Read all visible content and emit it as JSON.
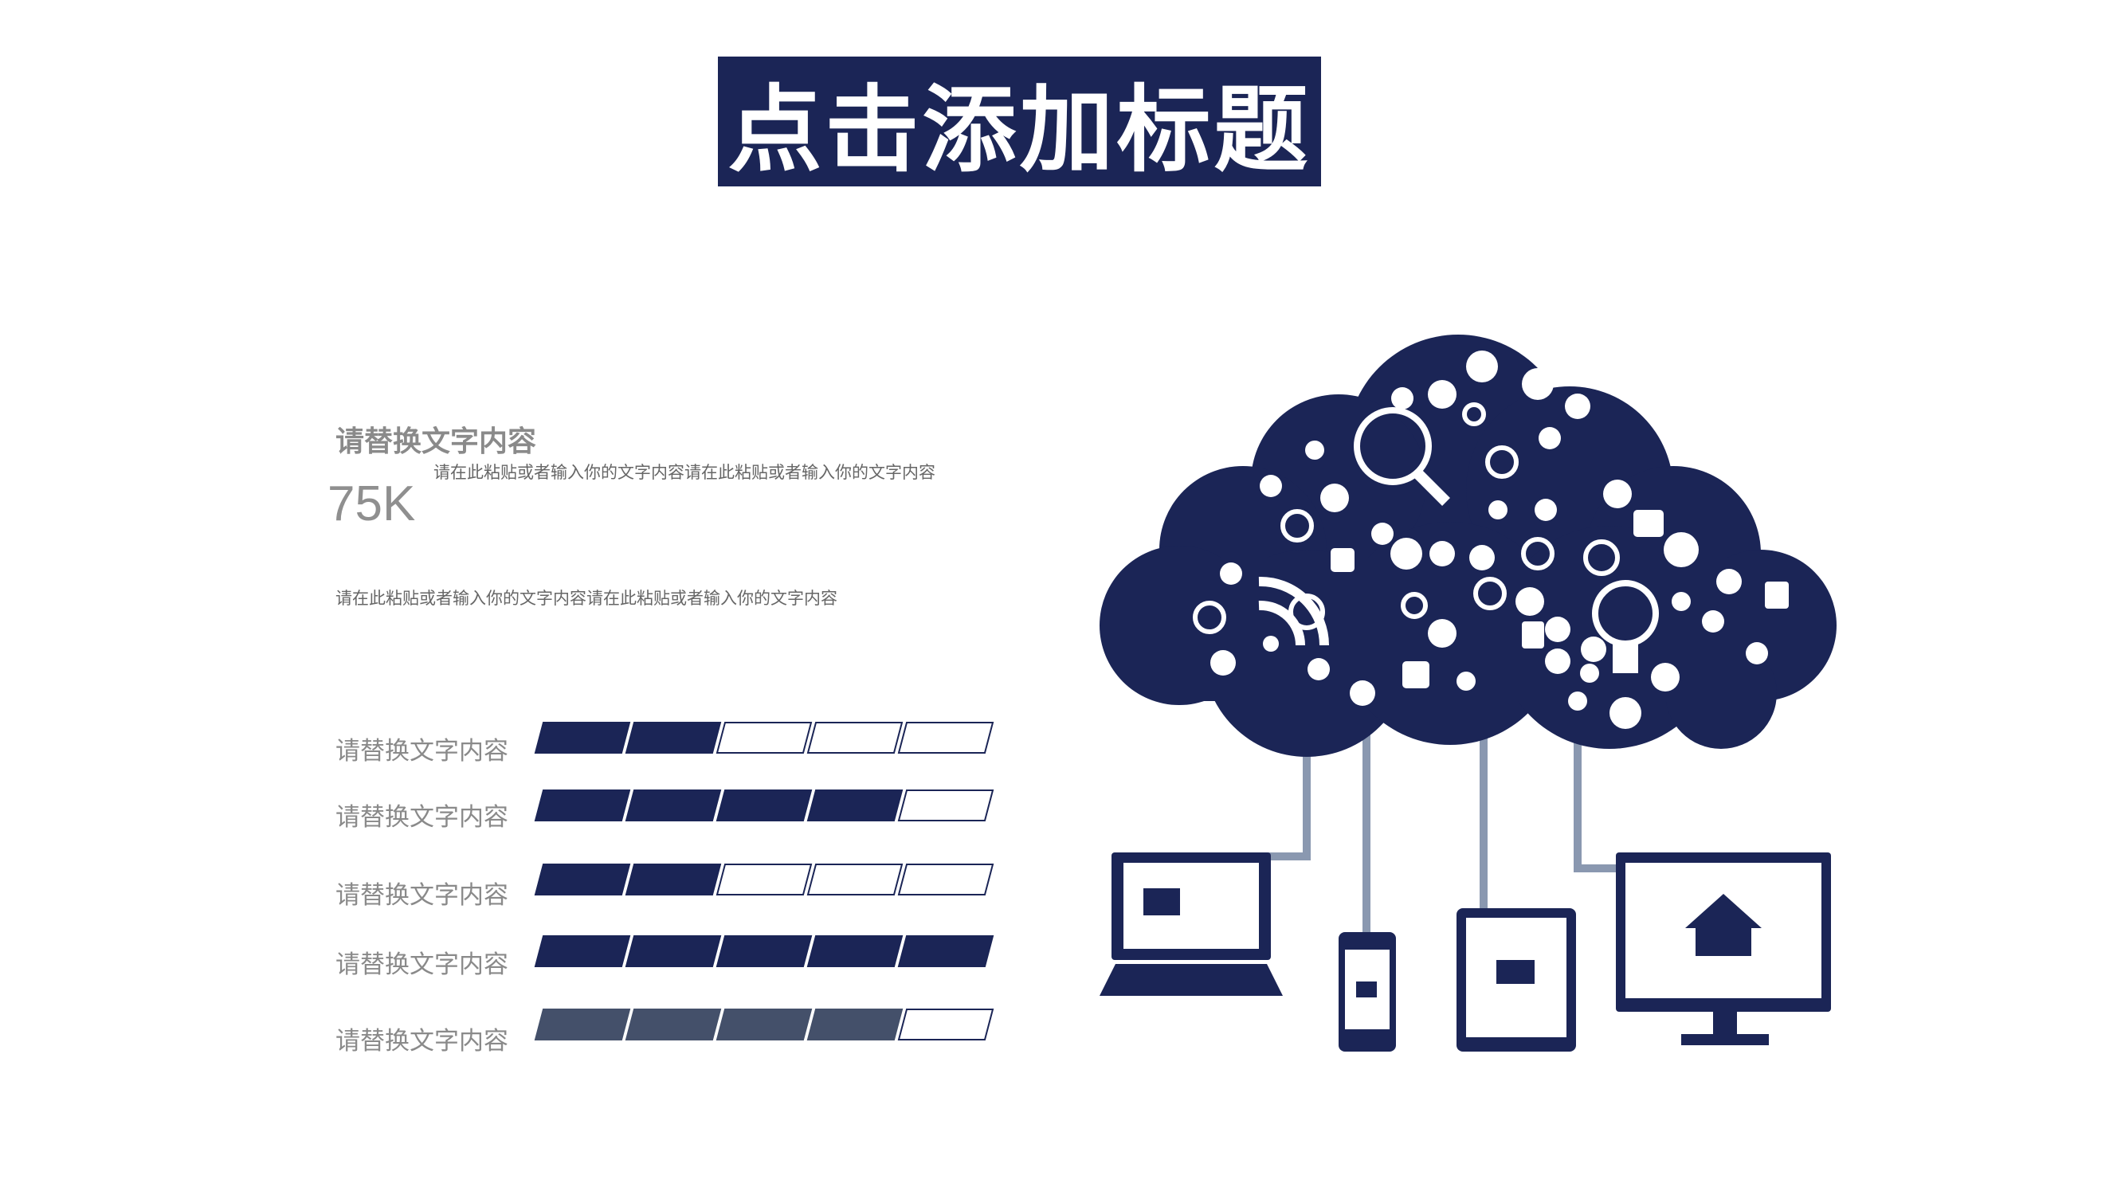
{
  "title": "点击添加标题",
  "subheading": "请替换文字内容",
  "stat_value": "75K",
  "description_1": "请在此粘贴或者输入你的文字内容请在此粘贴或者输入你的文字内容",
  "description_2": "请在此粘贴或者输入你的文字内容请在此粘贴或者输入你的文字内容",
  "rows": [
    {
      "label": "请替换文字内容",
      "filled": 2,
      "total": 5
    },
    {
      "label": "请替换文字内容",
      "filled": 4,
      "total": 5
    },
    {
      "label": "请替换文字内容",
      "filled": 2,
      "total": 5
    },
    {
      "label": "请替换文字内容",
      "filled": 5,
      "total": 5
    },
    {
      "label": "请替换文字内容",
      "filled": 4,
      "total": 5
    }
  ],
  "colors": {
    "primary": "#1b2556",
    "muted": "#44506a",
    "cable": "#8a98b0",
    "text_gray": "#8a8a8a"
  },
  "icons": [
    "cloud-icon",
    "magnifier-icon",
    "laptop-icon",
    "phone-icon",
    "tablet-icon",
    "monitor-icon",
    "store-icon",
    "cart-icon",
    "home-icon",
    "coffee-icon",
    "wifi-icon",
    "lightbulb-icon",
    "users-icon",
    "power-icon",
    "location-pin-icon",
    "chat-icon",
    "bell-icon",
    "headset-icon",
    "info-icon",
    "gear-icon",
    "pie-chart-icon",
    "save-icon",
    "globe-icon",
    "clipboard-icon",
    "refresh-icon"
  ]
}
